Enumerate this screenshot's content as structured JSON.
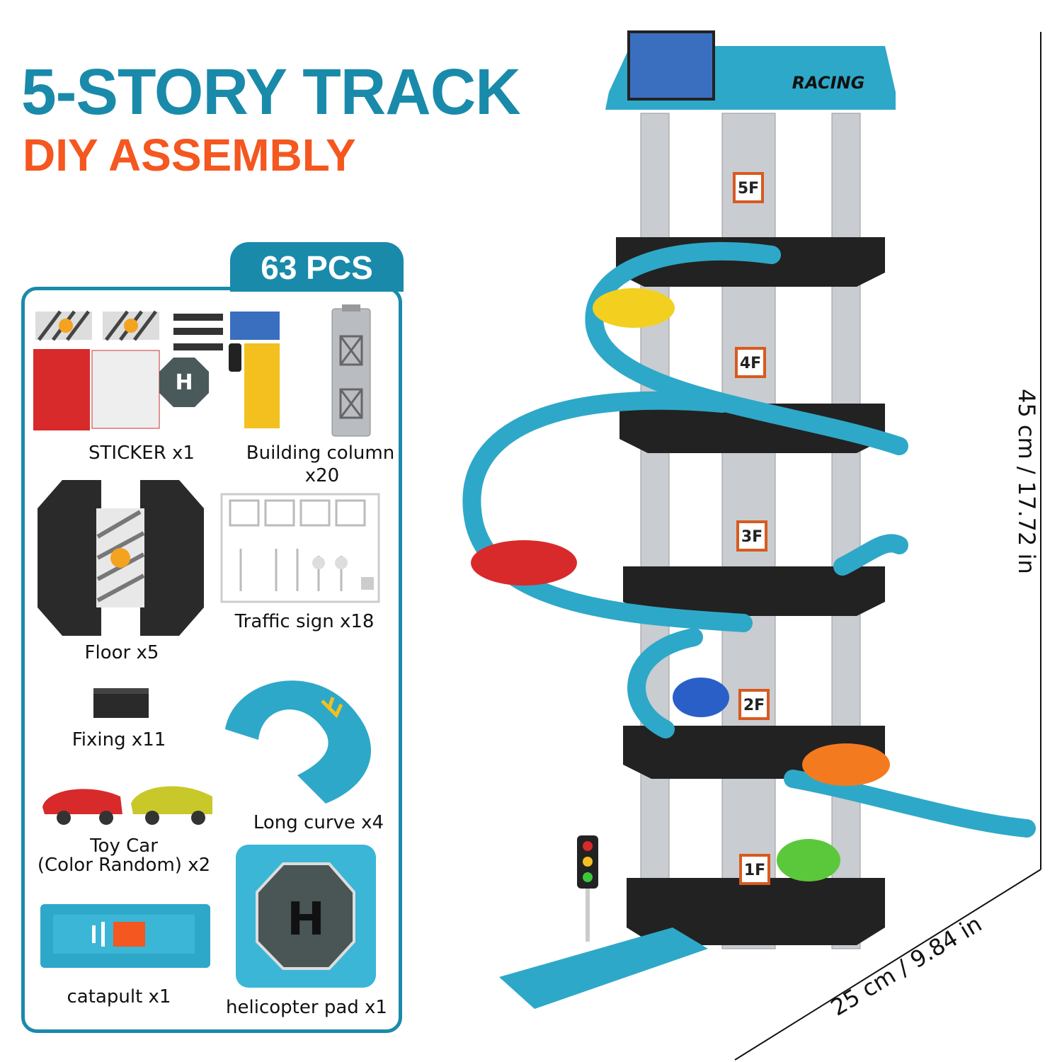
{
  "title": {
    "line1": "5-STORY TRACK",
    "line2": "DIY ASSEMBLY"
  },
  "colors": {
    "brand_blue": "#1a8aaa",
    "accent_orange": "#f4571f",
    "track_blue": "#2ea8c8",
    "floor_black": "#222222",
    "column_gray": "#c9ccd0"
  },
  "parts": {
    "count_label": "63 PCS",
    "items": [
      {
        "label": "STICKER x1"
      },
      {
        "label": "Building column",
        "label2": "x20"
      },
      {
        "label": "Floor x5"
      },
      {
        "label": "Traffic sign x18"
      },
      {
        "label": "Fixing x11"
      },
      {
        "label": "Long curve x4"
      },
      {
        "label": "Toy Car",
        "label2": "(Color Random) x2"
      },
      {
        "label": "catapult x1"
      },
      {
        "label": "helicopter pad x1"
      }
    ]
  },
  "tower": {
    "roof_sign": "RACING",
    "floors": [
      "5F",
      "4F",
      "3F",
      "2F",
      "1F"
    ],
    "helipad_letter": "H"
  },
  "dimensions": {
    "height": "45 cm / 17.72 in",
    "width": "25 cm / 9.84 in"
  }
}
